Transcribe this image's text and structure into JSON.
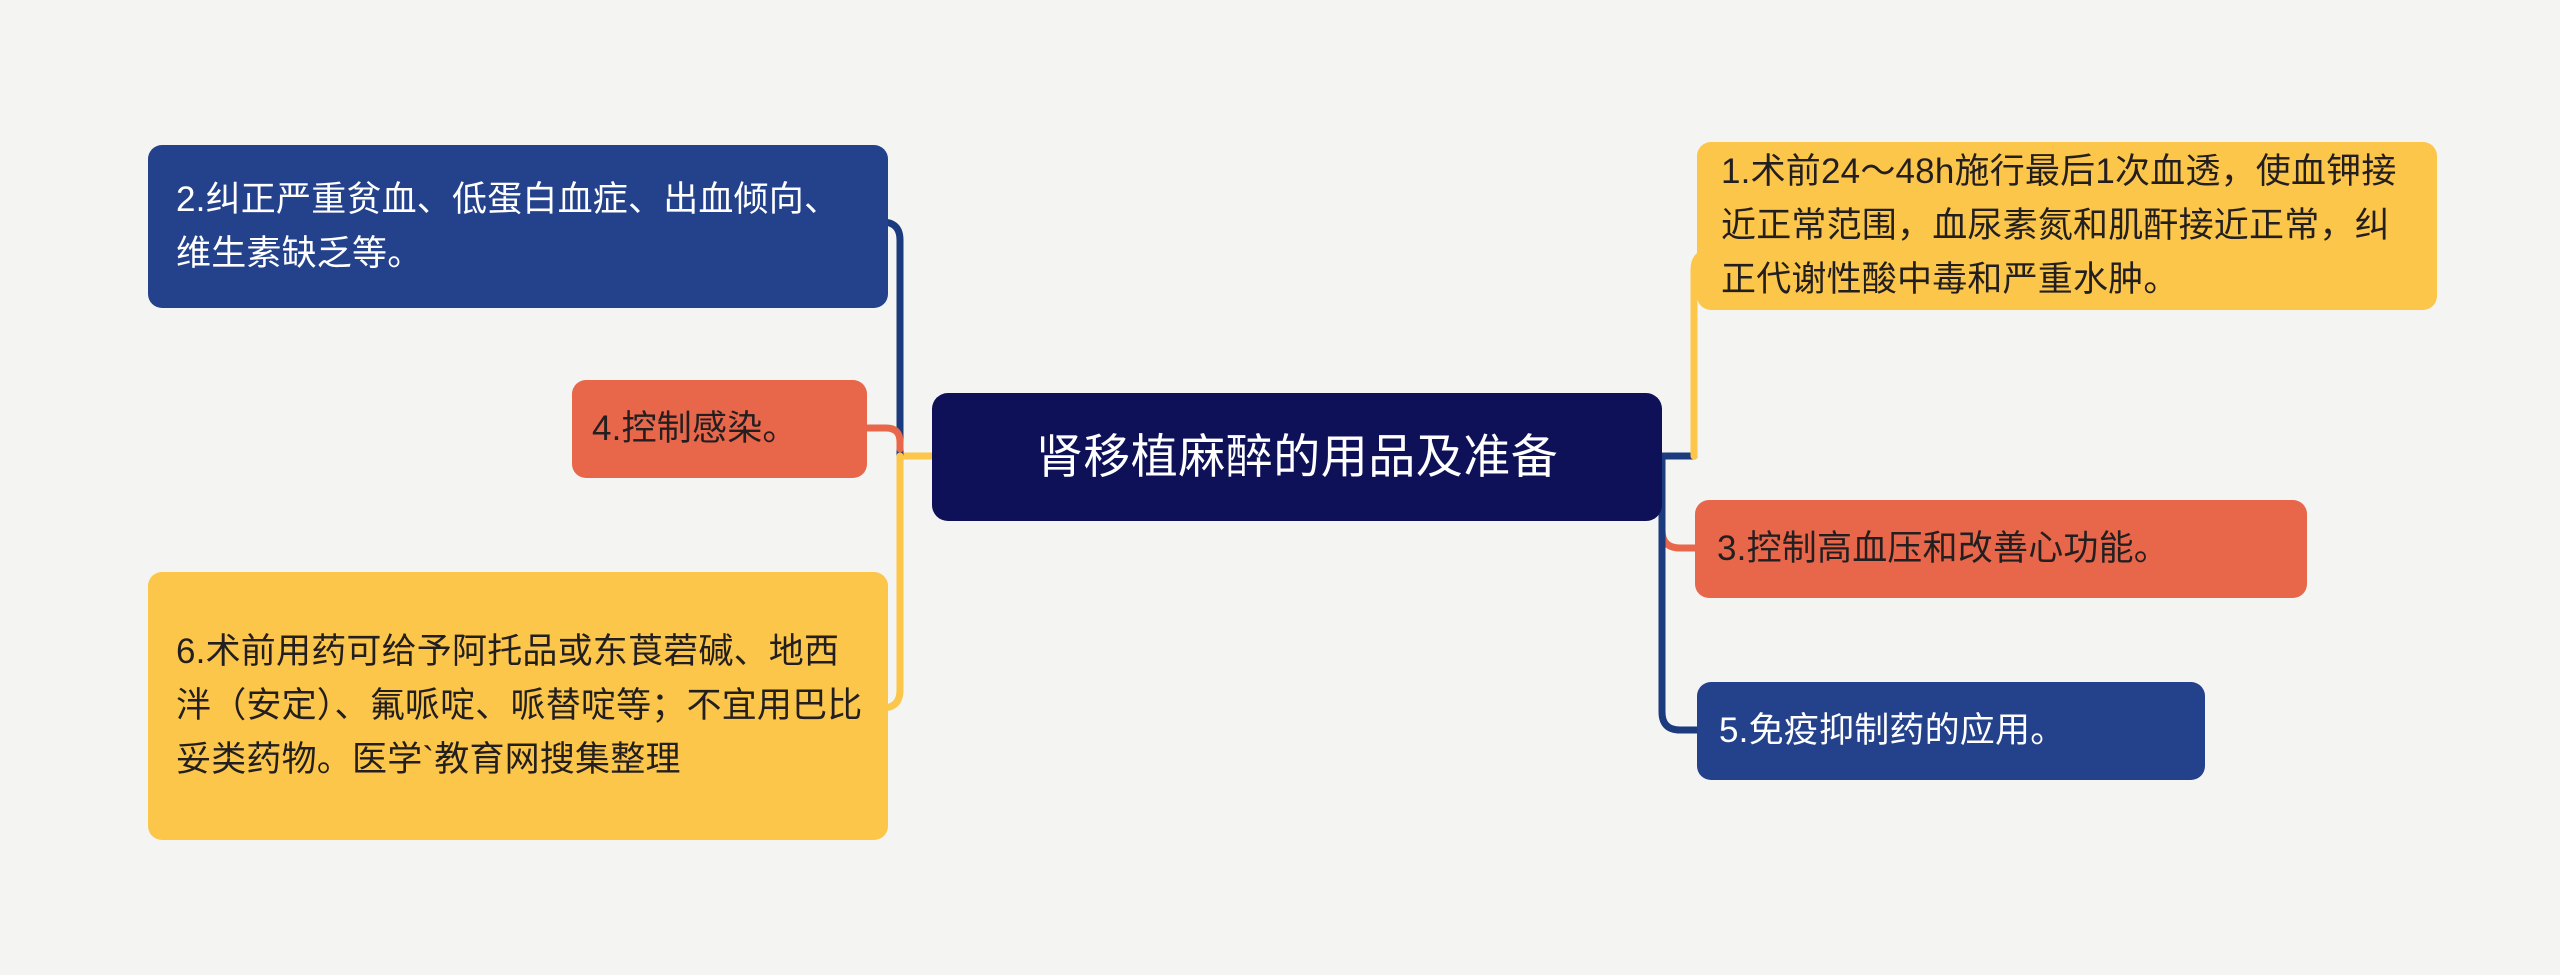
{
  "diagram": {
    "type": "mind-map",
    "background_color": "#f4f4f2",
    "orientation": "horizontal-bidirectional",
    "root": {
      "id": "root",
      "label": "肾移植麻醉的用品及准备",
      "fill_color": "#0e1158",
      "text_color": "#ffffff"
    },
    "palette": {
      "navy": "#24418c",
      "yellow": "#fbc64a",
      "coral": "#e8664a",
      "center_navy": "#0e1158"
    },
    "branches": [
      {
        "id": "branch-1",
        "number": "1.",
        "side": "right",
        "position": "top",
        "label": "1.术前24～48h施行最后1次血透，使血钾接近正常范围，血尿素氮和肌酐接近正常，纠正代谢性酸中毒和严重水肿。",
        "fill_color": "#fbc64a",
        "text_color": "#231f20",
        "connector_color": "#fbc64a"
      },
      {
        "id": "branch-2",
        "number": "2.",
        "side": "left",
        "position": "top",
        "label": "2.纠正严重贫血、低蛋白血症、出血倾向、维生素缺乏等。",
        "fill_color": "#24418c",
        "text_color": "#ffffff",
        "connector_color": "#1c3a7e"
      },
      {
        "id": "branch-3",
        "number": "3.",
        "side": "right",
        "position": "middle",
        "label": "3.控制高血压和改善心功能。",
        "fill_color": "#e8664a",
        "text_color": "#231f20",
        "connector_color": "#e8664a"
      },
      {
        "id": "branch-4",
        "number": "4.",
        "side": "left",
        "position": "middle",
        "label": "4.控制感染。",
        "fill_color": "#e8664a",
        "text_color": "#231f20",
        "connector_color": "#e8664a"
      },
      {
        "id": "branch-5",
        "number": "5.",
        "side": "right",
        "position": "bottom",
        "label": "5.免疫抑制药的应用。",
        "fill_color": "#24418c",
        "text_color": "#ffffff",
        "connector_color": "#1c3a7e"
      },
      {
        "id": "branch-6",
        "number": "6.",
        "side": "left",
        "position": "bottom",
        "label": "6.术前用药可给予阿托品或东莨菪碱、地西泮（安定）、氟哌啶、哌替啶等；不宜用巴比妥类药物。医学`教育网搜集整理",
        "fill_color": "#fbc64a",
        "text_color": "#231f20",
        "connector_color": "#fbc64a"
      }
    ]
  }
}
